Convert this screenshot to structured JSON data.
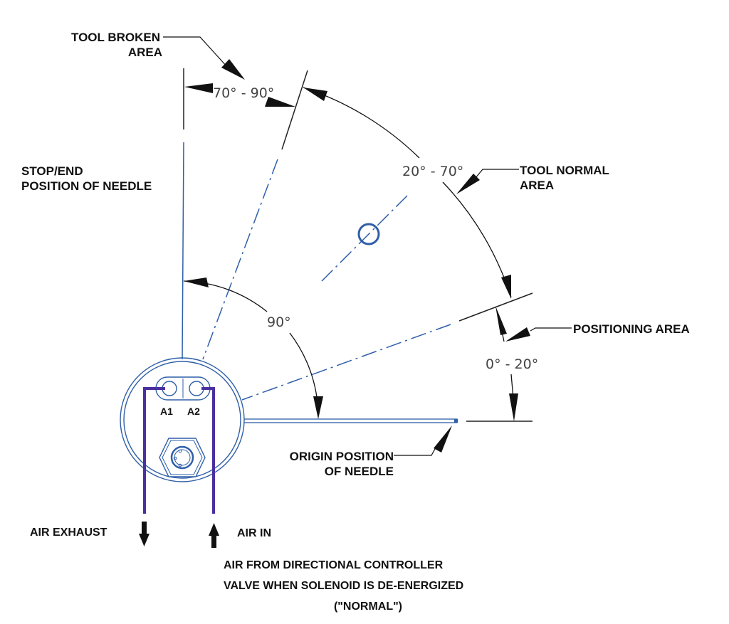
{
  "diagram": {
    "title": "Pneumatic actuator needle position diagram",
    "colors": {
      "outline_blue": "#2f5fa8",
      "air_line_purple": "#4a2fa0",
      "dimension_black": "#111111",
      "dim_text_gray": "#444444"
    },
    "labels": {
      "tool_broken_area_line1": "TOOL BROKEN",
      "tool_broken_area_line2": "AREA",
      "stop_end_line1": "STOP/END",
      "stop_end_line2": "POSITION OF NEEDLE",
      "tool_normal_area_line1": "TOOL NORMAL",
      "tool_normal_area_line2": "AREA",
      "positioning_area": "POSITIONING AREA",
      "origin_line1": "ORIGIN POSITION",
      "origin_line2": "OF NEEDLE",
      "air_exhaust": "AIR EXHAUST",
      "air_in": "AIR IN",
      "note_line1": "AIR FROM DIRECTIONAL CONTROLLER",
      "note_line2": "VALVE WHEN SOLENOID IS DE-ENERGIZED",
      "note_line3": "(\"NORMAL\")"
    },
    "ports": {
      "a1": "A1",
      "a2": "A2"
    },
    "angles": {
      "total": "90°",
      "broken_range": "70° - 90°",
      "normal_range": "20° - 70°",
      "positioning_range": "0° - 20°"
    },
    "zones": [
      {
        "name": "Positioning area",
        "from_deg": 0,
        "to_deg": 20
      },
      {
        "name": "Tool normal area",
        "from_deg": 20,
        "to_deg": 70
      },
      {
        "name": "Tool broken area",
        "from_deg": 70,
        "to_deg": 90
      }
    ]
  }
}
